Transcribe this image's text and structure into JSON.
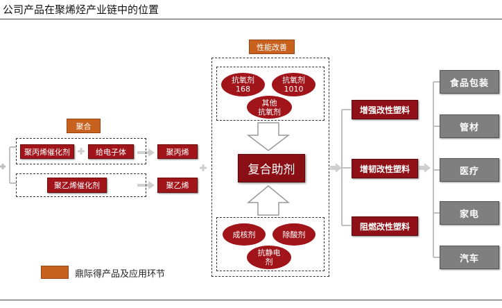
{
  "header": {
    "title": "公司产品在聚烯烃产业链中的位置"
  },
  "polymerization": {
    "tag": "聚合",
    "pp_catalyst": "聚丙烯催化剂",
    "electron_donor": "给电子体",
    "polypropylene": "聚丙烯",
    "pe_catalyst": "聚乙烯催化剂",
    "polyethylene": "聚乙烯"
  },
  "performance": {
    "tag": "性能改善",
    "antioxidant_168": "抗氧剂\n168",
    "antioxidant_1010": "抗氧剂\n1010",
    "other_antioxidant": "其他\n抗氧剂",
    "compound_aid": "复合助剂",
    "nucleating": "成核剂",
    "acid_scavenger": "除酸剂",
    "antistatic": "抗静电\n剂"
  },
  "modified_plastics": [
    "增强改性塑料",
    "增韧改性塑料",
    "阻燃改性塑料"
  ],
  "applications": [
    "食品包装",
    "管材",
    "医疗",
    "家电",
    "汽车"
  ],
  "legend": {
    "label": "鼎际得产品及应用环节",
    "color": "#c8601e"
  },
  "colors": {
    "dark_red": "#a0141a",
    "orange": "#c8601e",
    "gray": "#7f7f7f"
  }
}
